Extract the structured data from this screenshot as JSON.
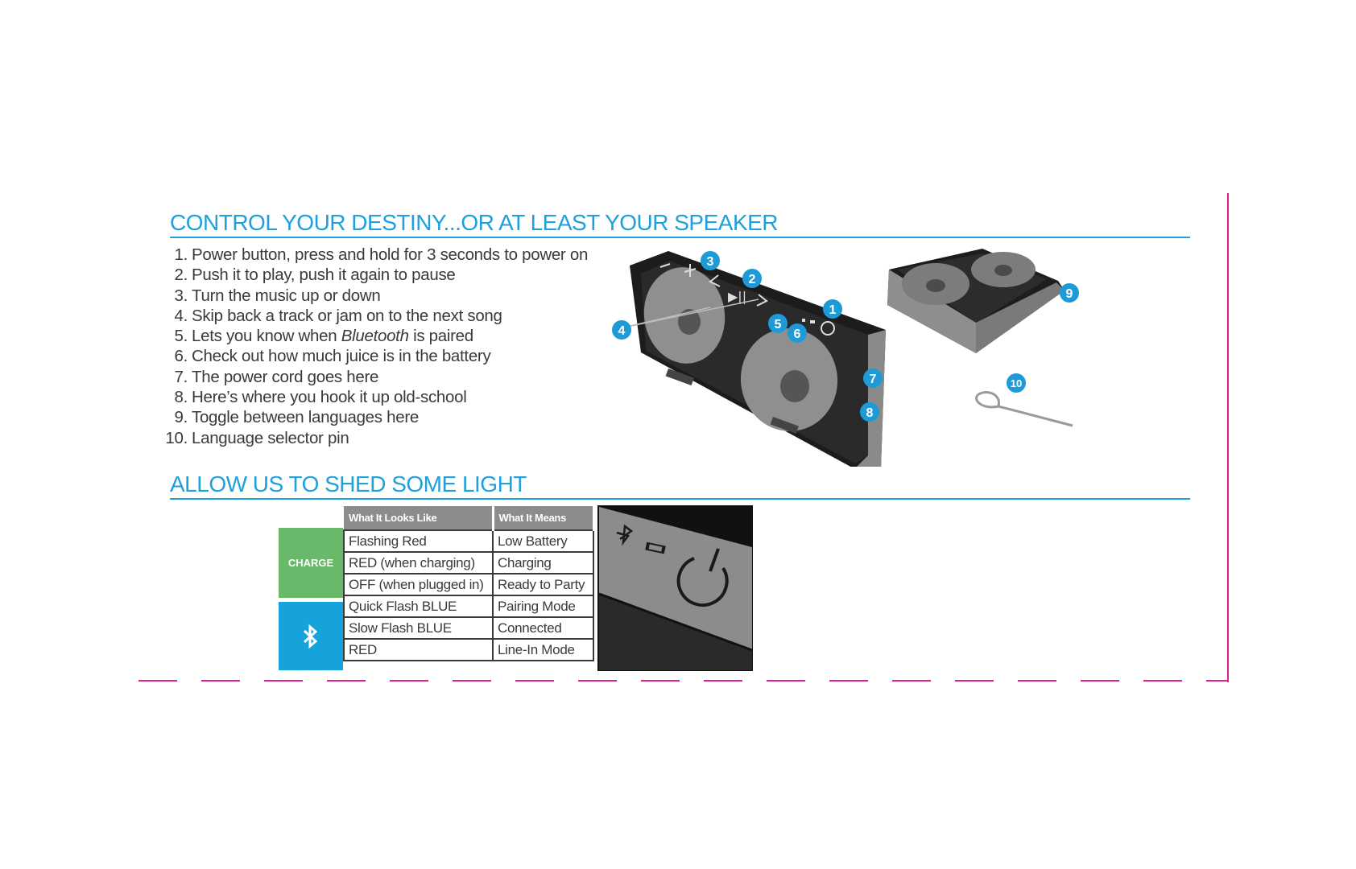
{
  "colors": {
    "accent": "#1ea0dc",
    "charge_green": "#6ab96a",
    "bluetooth_blue": "#16a3dc",
    "header_gray": "#8c8c8c",
    "trim_magenta": "#e0208c",
    "badge_blue": "#1e9ad6"
  },
  "controls_section": {
    "heading": "CONTROL YOUR DESTINY...OR AT LEAST YOUR SPEAKER",
    "items": [
      {
        "num": "1.",
        "text": "Power button, press and hold for 3 seconds to power on"
      },
      {
        "num": "2.",
        "text": "Push it to play, push it again to pause"
      },
      {
        "num": "3.",
        "text": "Turn the music up or down"
      },
      {
        "num": "4.",
        "text": "Skip back a track or jam on to the next song"
      },
      {
        "num": "5.",
        "text_before": "Lets you know when ",
        "text_italic": "Bluetooth",
        "text_after": " is paired"
      },
      {
        "num": "6.",
        "text": "Check out how much juice is in the battery"
      },
      {
        "num": "7.",
        "text": "The power cord goes here"
      },
      {
        "num": "8.",
        "text": "Here’s where you hook it up old-school"
      },
      {
        "num": "9.",
        "text": "Toggle between languages here"
      },
      {
        "num": "10.",
        "text": "Language selector pin"
      }
    ],
    "callouts": [
      "1",
      "2",
      "3",
      "4",
      "5",
      "6",
      "7",
      "8",
      "9",
      "10"
    ]
  },
  "light_section": {
    "heading": "ALLOW US TO SHED SOME LIGHT",
    "table": {
      "headers": [
        "What It Looks Like",
        "What It Means"
      ],
      "groups": [
        {
          "label": "CHARGE",
          "icon": "",
          "rows": [
            {
              "looks": "Flashing Red",
              "means": "Low Battery"
            },
            {
              "looks": "RED (when charging)",
              "means": "Charging"
            },
            {
              "looks": "OFF (when plugged in)",
              "means": "Ready to Party"
            }
          ]
        },
        {
          "label": "",
          "icon": "bluetooth-icon",
          "rows": [
            {
              "looks": "Quick Flash BLUE",
              "means": "Pairing Mode"
            },
            {
              "looks": "Slow Flash BLUE",
              "means": "Connected"
            },
            {
              "looks": "RED",
              "means": "Line-In Mode"
            }
          ]
        }
      ]
    }
  }
}
